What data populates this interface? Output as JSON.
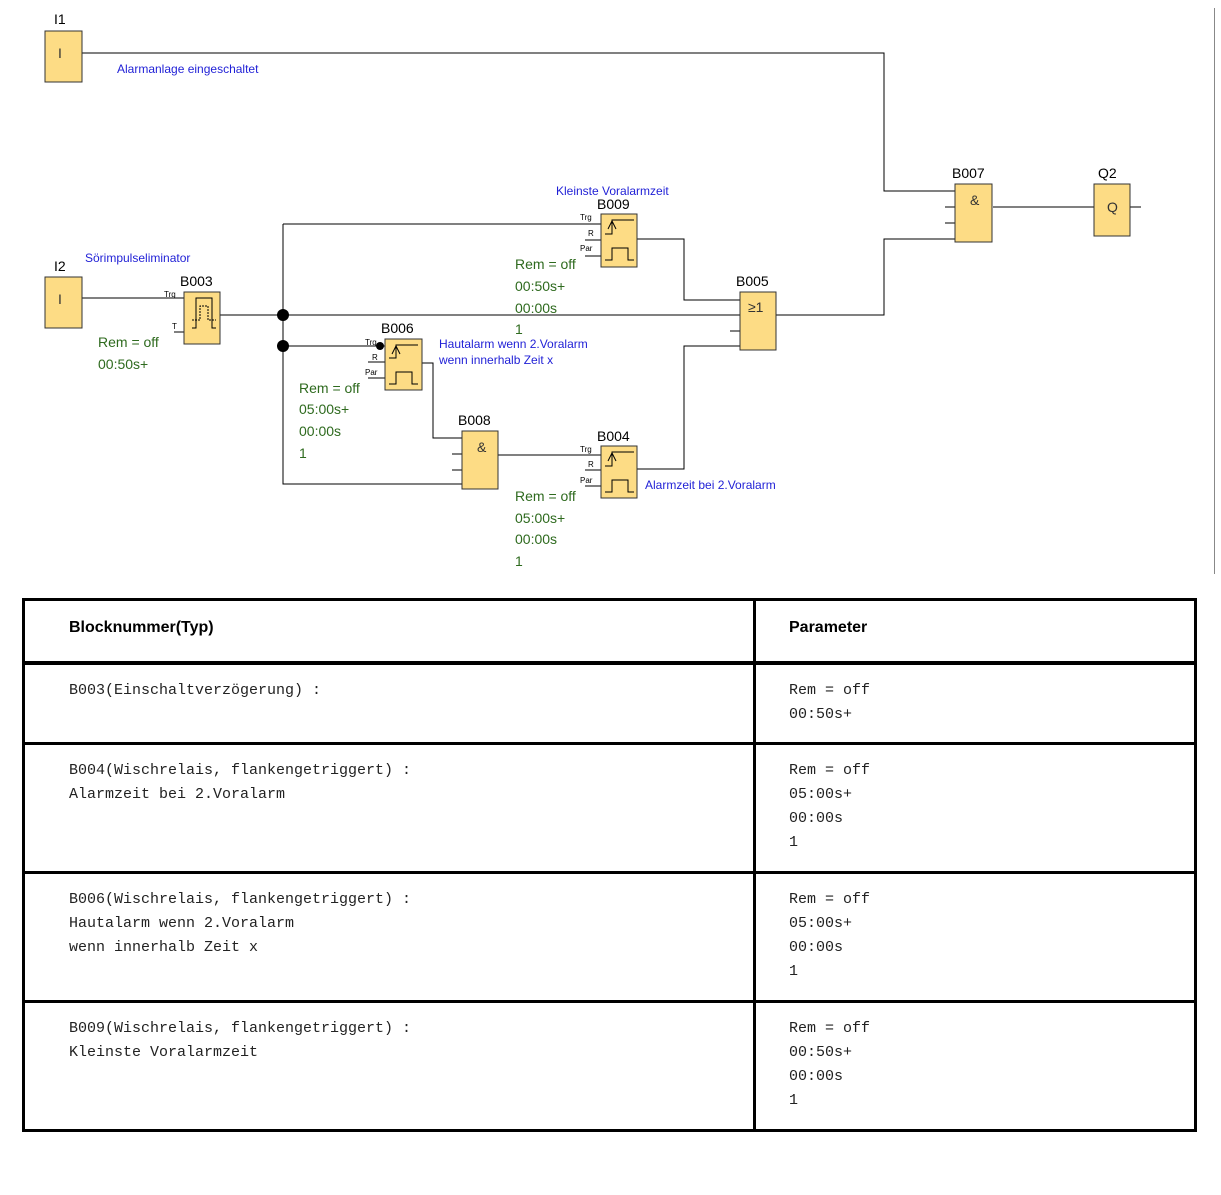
{
  "diagram": {
    "blocks": {
      "I1": {
        "label": "I1",
        "symbol": "I"
      },
      "I2": {
        "label": "I2",
        "symbol": "I"
      },
      "B003": {
        "label": "B003",
        "pins": [
          "Trg",
          "T"
        ]
      },
      "B006": {
        "label": "B006",
        "pins": [
          "Trg",
          "R",
          "Par"
        ]
      },
      "B009": {
        "label": "B009",
        "pins": [
          "Trg",
          "R",
          "Par"
        ]
      },
      "B004": {
        "label": "B004",
        "pins": [
          "Trg",
          "R",
          "Par"
        ]
      },
      "B008": {
        "label": "B008",
        "symbol": "&"
      },
      "B005": {
        "label": "B005",
        "symbol": "≥1"
      },
      "B007": {
        "label": "B007",
        "symbol": "&"
      },
      "Q2": {
        "label": "Q2",
        "symbol": "Q"
      }
    },
    "comments": {
      "i1": "Alarmanlage eingeschaltet",
      "i2": "Sörimpulseliminator",
      "b009": "Kleinste Voralarmzeit",
      "b006_1": "Hautalarm wenn 2.Voralarm",
      "b006_2": "wenn innerhalb Zeit x",
      "b004": "Alarmzeit bei 2.Voralarm"
    },
    "params": {
      "b003": [
        "Rem = off",
        "00:50s+"
      ],
      "b006": [
        "Rem = off",
        "05:00s+",
        "00:00s",
        "1"
      ],
      "b009": [
        "Rem = off",
        "00:50s+",
        "00:00s",
        "1"
      ],
      "b004": [
        "Rem = off",
        "05:00s+",
        "00:00s",
        "1"
      ]
    }
  },
  "table": {
    "headers": [
      "Blocknummer(Typ)",
      "Parameter"
    ],
    "rows": [
      {
        "block": [
          "B003(Einschaltverzögerung) :"
        ],
        "params": [
          "Rem = off",
          "00:50s+"
        ]
      },
      {
        "block": [
          "B004(Wischrelais, flankengetriggert) :",
          "Alarmzeit bei 2.Voralarm"
        ],
        "params": [
          "Rem = off",
          "05:00s+",
          "00:00s",
          "1"
        ]
      },
      {
        "block": [
          "B006(Wischrelais, flankengetriggert) :",
          "Hautalarm wenn 2.Voralarm",
          "wenn innerhalb Zeit x"
        ],
        "params": [
          "Rem = off",
          "05:00s+",
          "00:00s",
          "1"
        ]
      },
      {
        "block": [
          "B009(Wischrelais, flankengetriggert) :",
          "Kleinste Voralarmzeit"
        ],
        "params": [
          "Rem = off",
          "00:50s+",
          "00:00s",
          "1"
        ]
      }
    ]
  }
}
